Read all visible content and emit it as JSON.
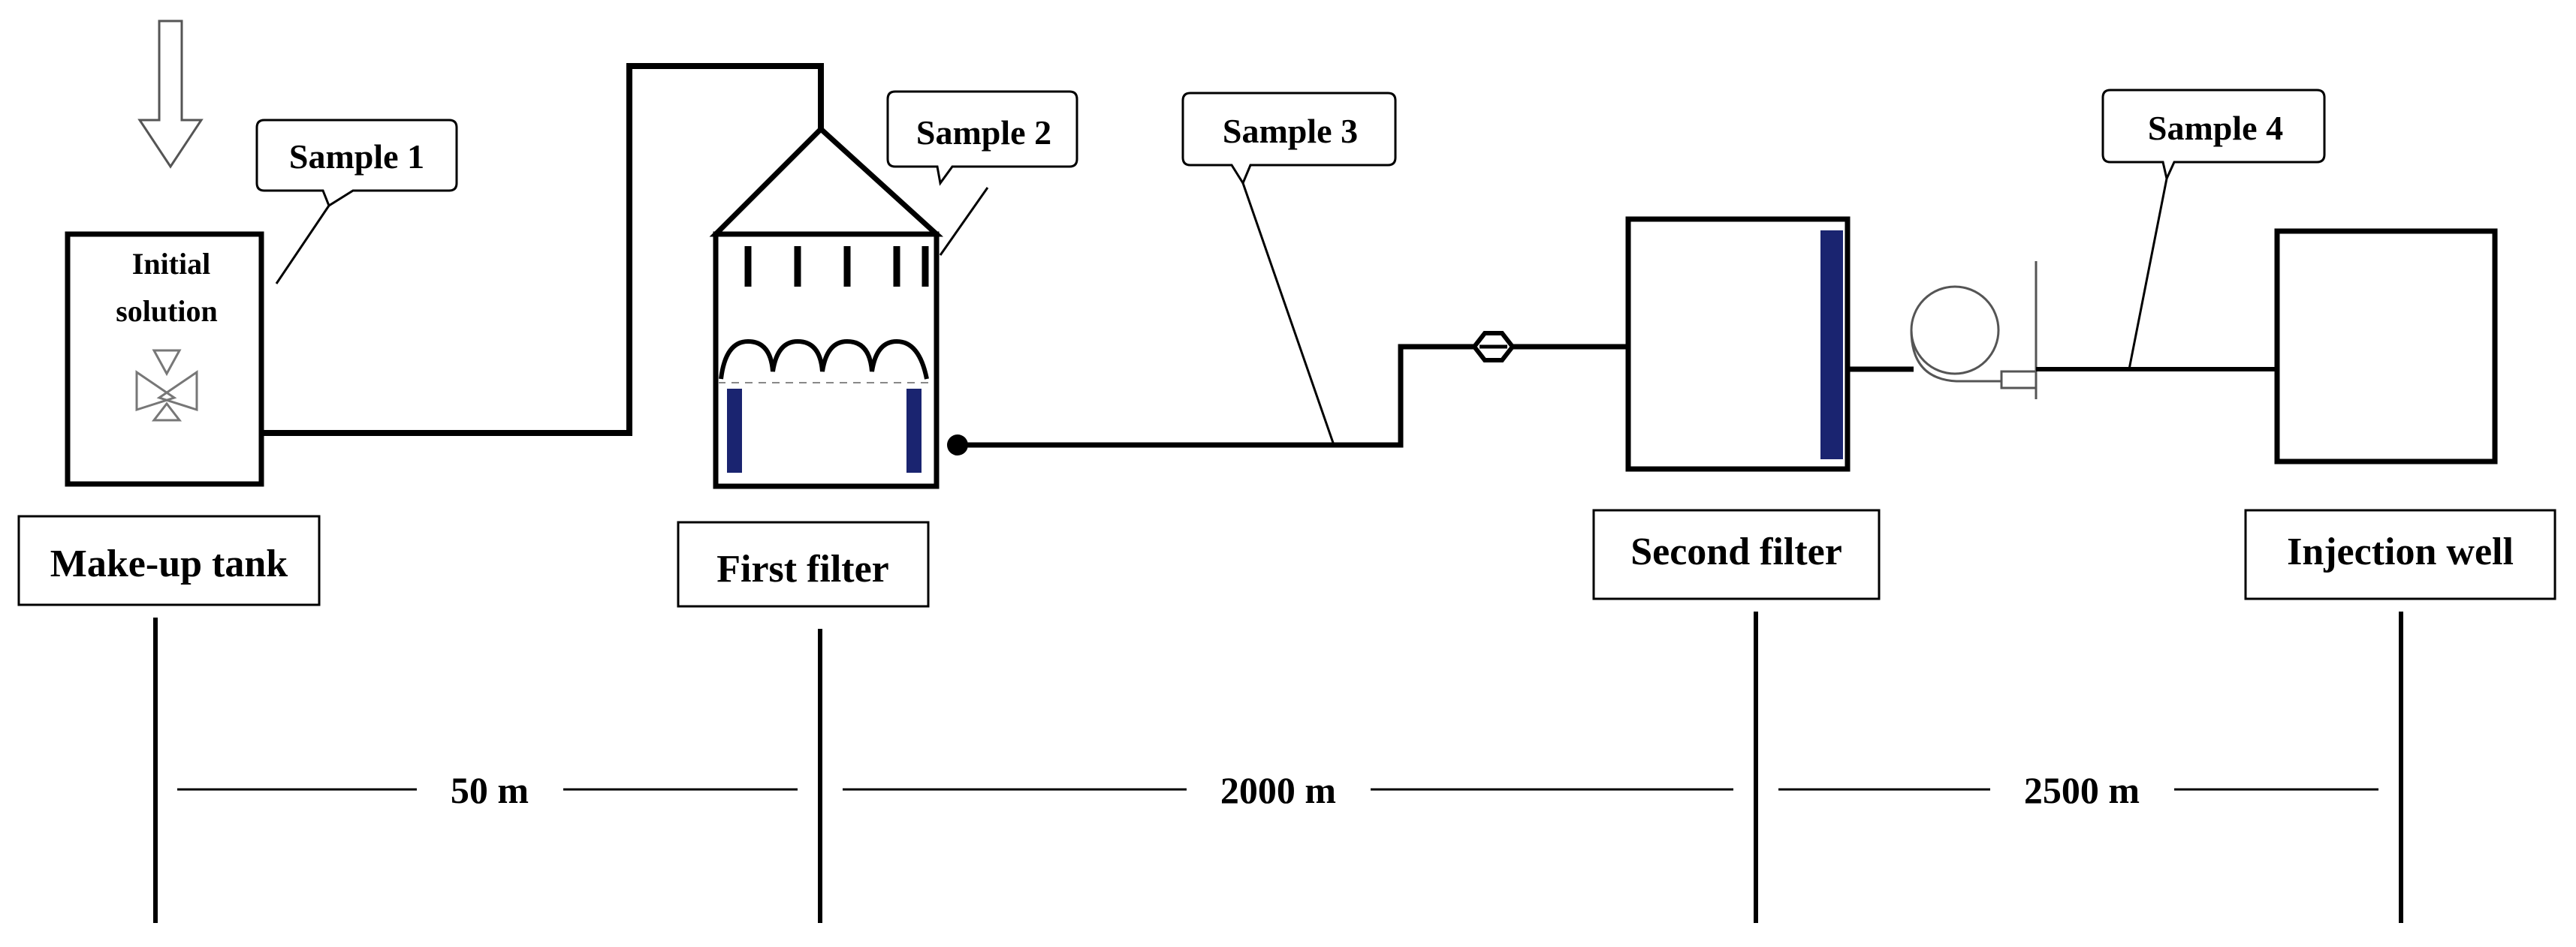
{
  "labels": {
    "initial_solution_line1": "Initial",
    "initial_solution_line2": "solution",
    "sample1": "Sample 1",
    "sample2": "Sample 2",
    "sample3": "Sample 3",
    "sample4": "Sample 4",
    "makeup_tank": "Make-up tank",
    "first_filter": "First filter",
    "second_filter": "Second filter",
    "injection_well": "Injection well"
  },
  "distances": {
    "d1": "50 m",
    "d2": "2000 m",
    "d3": "2500 m"
  },
  "icons": {
    "inlet_arrow": "arrow-down-icon",
    "mixer": "mixer-icon",
    "valve": "valve-icon",
    "pump": "pump-icon"
  },
  "colors": {
    "line": "#000000",
    "filter_element": "#1a2470"
  }
}
